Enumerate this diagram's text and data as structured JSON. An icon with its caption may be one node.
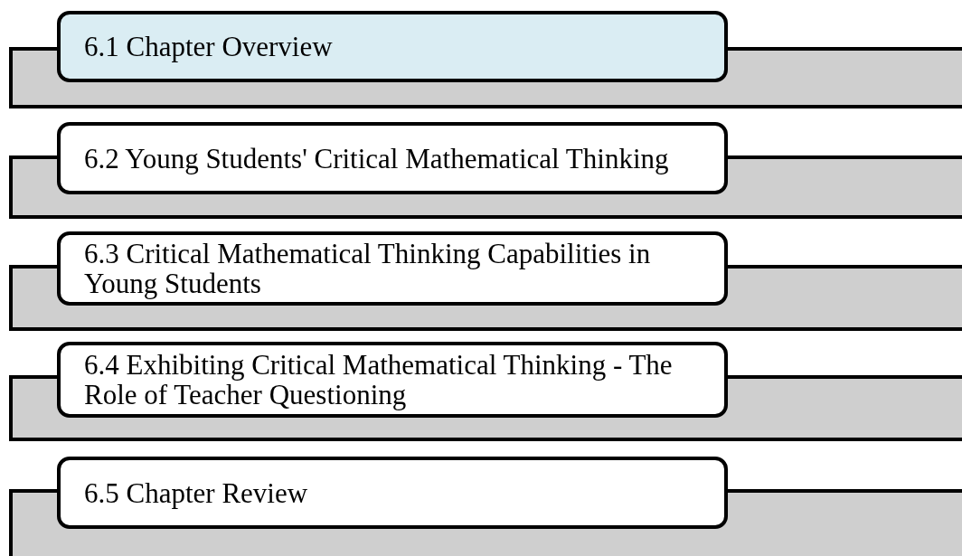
{
  "diagram": {
    "nodes": [
      {
        "text": [
          "6.1 Chapter Overview"
        ]
      },
      {
        "text": [
          "6.2 Young Students' Critical Mathematical Thinking"
        ]
      },
      {
        "text": [
          "6.3 Critical Mathematical Thinking Capabilities in Young Students"
        ]
      },
      {
        "text": [
          "6.4 Exhibiting Critical Mathematical Thinking - The Role of Teacher Questioning"
        ]
      },
      {
        "text": [
          "6.5 Chapter Review"
        ]
      }
    ]
  }
}
